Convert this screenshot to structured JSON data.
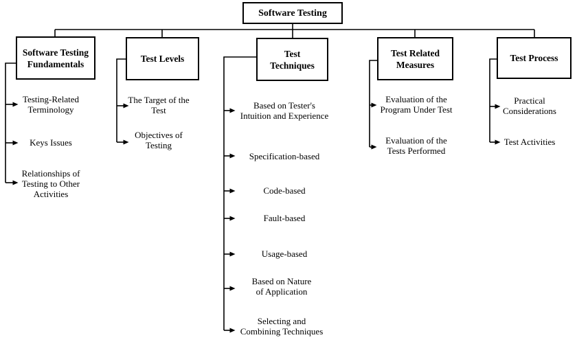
{
  "root": {
    "label": "Software Testing"
  },
  "columns": [
    {
      "box": "Software Testing\nFundamentals",
      "items": [
        "Testing-Related\nTerminology",
        "Keys Issues",
        "Relationships of\nTesting to Other\nActivities"
      ]
    },
    {
      "box": "Test Levels",
      "items": [
        "The Target of the\nTest",
        "Objectives of\nTesting"
      ]
    },
    {
      "box": "Test\nTechniques",
      "items": [
        "Based on Tester's\nIntuition and Experience",
        "Specification-based",
        "Code-based",
        "Fault-based",
        "Usage-based",
        "Based on Nature\nof Application",
        "Selecting and\nCombining Techniques"
      ]
    },
    {
      "box": "Test Related\nMeasures",
      "items": [
        "Evaluation of the\nProgram Under Test",
        "Evaluation of the\nTests Performed"
      ]
    },
    {
      "box": "Test Process",
      "items": [
        "Practical\nConsiderations",
        "Test Activities"
      ]
    }
  ],
  "colors": {
    "line": "#000000",
    "text": "#000000",
    "background": "#ffffff"
  }
}
